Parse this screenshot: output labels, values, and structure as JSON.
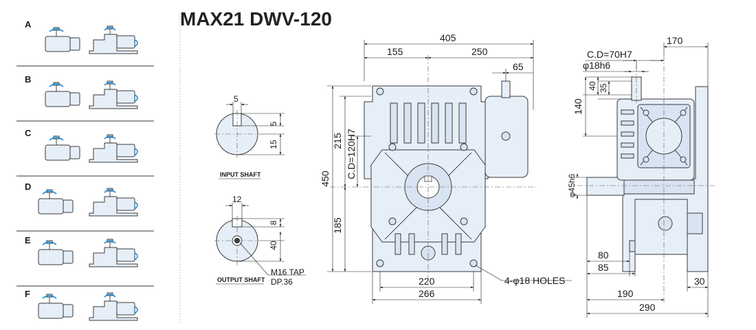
{
  "title": "MAX21 DWV-120",
  "mounting_positions": [
    "A",
    "B",
    "C",
    "D",
    "E",
    "F"
  ],
  "input_shaft": {
    "label": "INPUT SHAFT",
    "key_width": "5",
    "key_depth": "5",
    "shaft_half": "15"
  },
  "output_shaft": {
    "label": "OUTPUT SHAFT",
    "key_width": "12",
    "key_depth": "8",
    "shaft_half": "40",
    "tap_line1": "M16 TAP",
    "tap_line2": "DP.36"
  },
  "front_view": {
    "overall_width": "405",
    "left_width": "155",
    "right_width": "250",
    "input_offset": "65",
    "overall_height": "450",
    "upper_height": "215",
    "lower_height": "185",
    "center_distance": "C.D=120H7",
    "foot_inner": "220",
    "foot_outer": "266",
    "holes": "4-φ18 HOLES"
  },
  "side_view": {
    "center_distance": "C.D=70H7",
    "input_diameter": "φ18h6",
    "top_width": "170",
    "dim_40": "40",
    "dim_35": "35",
    "dim_140": "140",
    "output_diameter": "φ45h6",
    "dim_80": "80",
    "dim_85": "85",
    "dim_30": "30",
    "dim_190": "190",
    "dim_290": "290"
  }
}
